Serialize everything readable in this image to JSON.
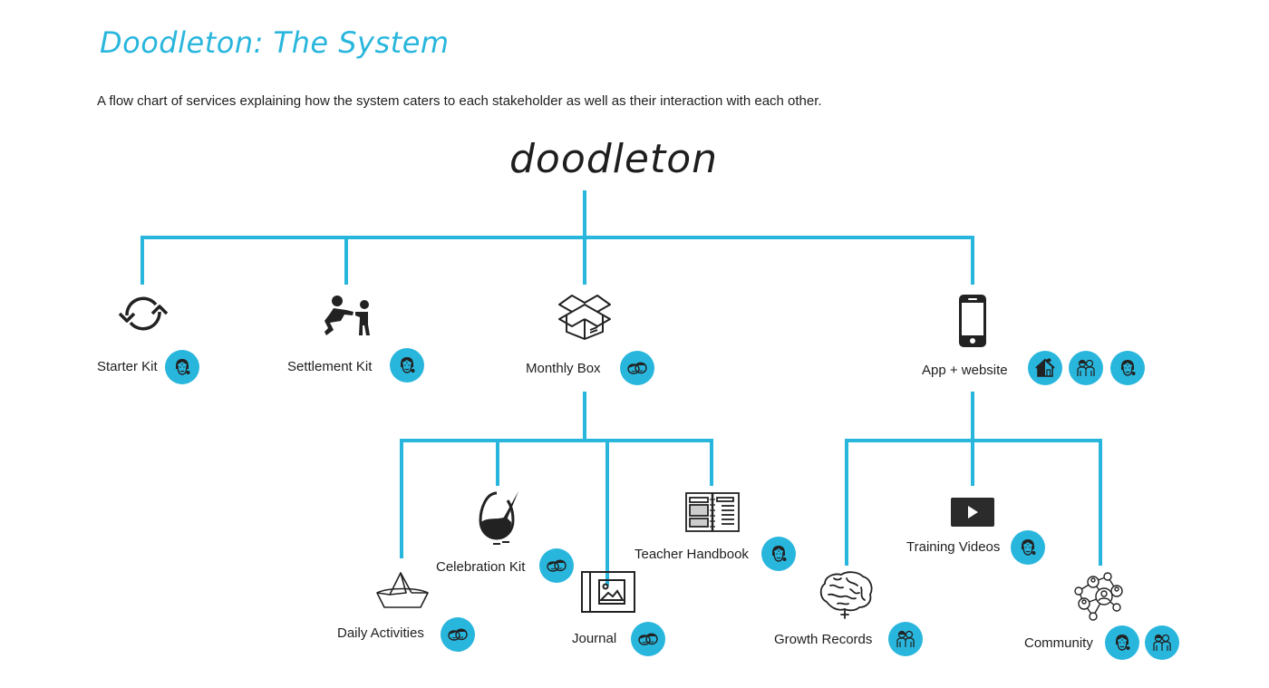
{
  "header": {
    "title": "Doodleton: The System",
    "subtitle": "A flow chart of services explaining how the system caters to each stakeholder as well as their interaction with each other."
  },
  "diagram": {
    "root": {
      "label": "doodleton"
    },
    "line_color": "#29b6dd",
    "badge_color": "#29b6dd",
    "stakeholders": {
      "teacher": "teacher-icon",
      "children": "children-icon",
      "parents": "parents-icon",
      "school": "school-icon"
    },
    "level1": [
      {
        "id": "starter-kit",
        "label": "Starter Kit",
        "icon": "refresh-cycle-icon",
        "stakeholders": [
          "teacher"
        ]
      },
      {
        "id": "settlement-kit",
        "label": "Settlement Kit",
        "icon": "adult-child-icon",
        "stakeholders": [
          "teacher"
        ]
      },
      {
        "id": "monthly-box",
        "label": "Monthly Box",
        "icon": "open-box-icon",
        "stakeholders": [
          "children"
        ]
      },
      {
        "id": "app-website",
        "label": "App + website",
        "icon": "smartphone-icon",
        "stakeholders": [
          "school",
          "parents",
          "teacher"
        ]
      }
    ],
    "monthly_box_children": [
      {
        "id": "daily-activities",
        "label": "Daily Activities",
        "icon": "paper-boat-icon",
        "stakeholders": [
          "children"
        ]
      },
      {
        "id": "celebration-kit",
        "label": "Celebration Kit",
        "icon": "painted-egg-icon",
        "stakeholders": [
          "children"
        ]
      },
      {
        "id": "journal",
        "label": "Journal",
        "icon": "photo-journal-icon",
        "stakeholders": [
          "children"
        ]
      },
      {
        "id": "teacher-handbook",
        "label": "Teacher Handbook",
        "icon": "open-handbook-icon",
        "stakeholders": [
          "teacher"
        ]
      }
    ],
    "app_children": [
      {
        "id": "growth-records",
        "label": "Growth Records",
        "icon": "brain-icon",
        "stakeholders": [
          "parents"
        ]
      },
      {
        "id": "training-videos",
        "label": "Training Videos",
        "icon": "video-play-icon",
        "stakeholders": [
          "teacher"
        ]
      },
      {
        "id": "community",
        "label": "Community",
        "icon": "network-people-icon",
        "stakeholders": [
          "teacher",
          "parents"
        ]
      }
    ]
  }
}
